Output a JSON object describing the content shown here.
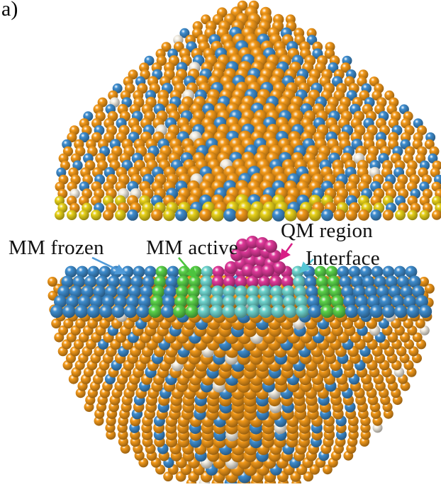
{
  "figure": {
    "panel_label": "a)",
    "labels": {
      "mm_frozen": "MM frozen",
      "mm_active": "MM active",
      "qm_region": "QM region",
      "interface": "Interface"
    }
  },
  "colors": {
    "background": "#ffffff",
    "oxygen_orange": "#f49a1a",
    "metal_blue": "#3f8ed0",
    "hydrogen_white": "#f4efe4",
    "mm_active_green": "#5bd44a",
    "interface_cyan": "#6fd6d0",
    "qm_magenta": "#e0399a",
    "bottom_yellow": "#e8d21a",
    "arrow_blue": "#4f9ad8",
    "arrow_green": "#4cc43e",
    "arrow_magenta": "#d81f86",
    "arrow_cyan": "#56c6d6"
  }
}
